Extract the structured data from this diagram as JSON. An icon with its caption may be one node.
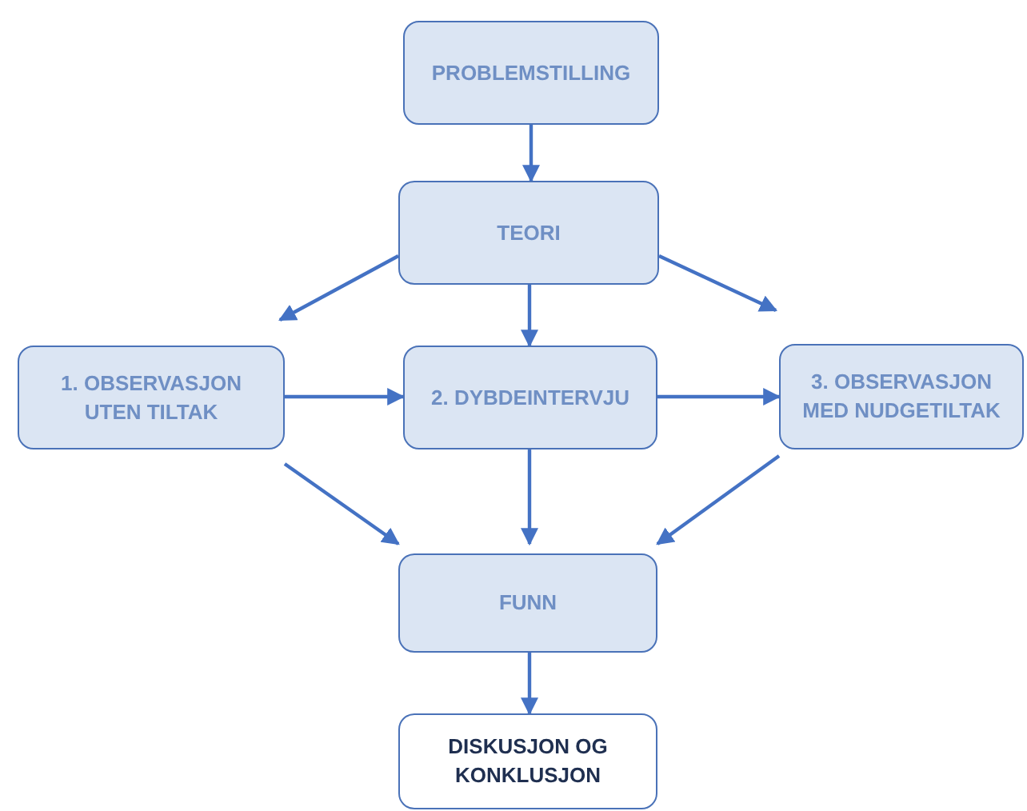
{
  "diagram": {
    "nodes": [
      {
        "text": [
          "PROBLEMSTILLING"
        ]
      },
      {
        "text": [
          "TEORI"
        ]
      },
      {
        "text": [
          "1. OBSERVASJON UTEN TILTAK"
        ]
      },
      {
        "text": [
          "2. DYBDEINTERVJU"
        ]
      },
      {
        "text": [
          "3. OBSERVASJON MED NUDGETILTAK"
        ]
      },
      {
        "text": [
          "FUNN"
        ]
      },
      {
        "text": [
          "DISKUSJON OG KONKLUSJON"
        ]
      }
    ],
    "edges": [
      {
        "from": 0,
        "to": 1,
        "arrow": "to"
      },
      {
        "from": 1,
        "to": 2,
        "arrow": "to"
      },
      {
        "from": 1,
        "to": 3,
        "arrow": "to"
      },
      {
        "from": 1,
        "to": 4,
        "arrow": "to"
      },
      {
        "from": 2,
        "to": 3,
        "arrow": "to"
      },
      {
        "from": 3,
        "to": 4,
        "arrow": "to"
      },
      {
        "from": 2,
        "to": 5,
        "arrow": "to"
      },
      {
        "from": 3,
        "to": 5,
        "arrow": "to"
      },
      {
        "from": 4,
        "to": 5,
        "arrow": "to"
      },
      {
        "from": 5,
        "to": 6,
        "arrow": "to"
      }
    ]
  }
}
